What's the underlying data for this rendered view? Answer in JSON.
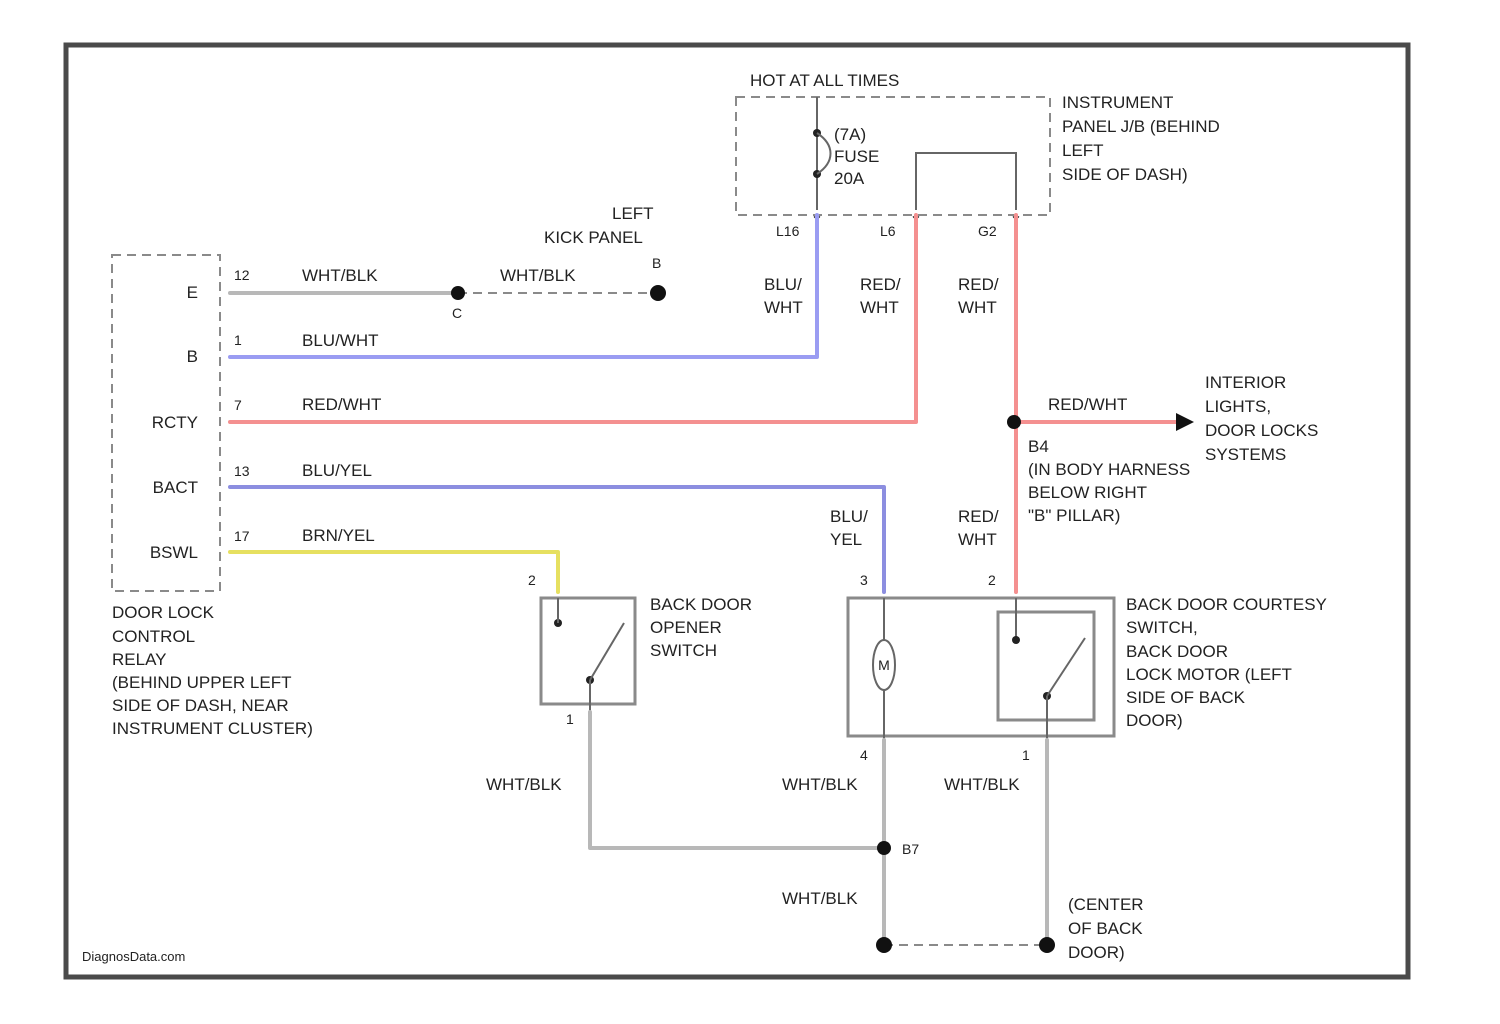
{
  "colors": {
    "blu_wht": "#9a9cf2",
    "red_wht": "#f49090",
    "blu_yel": "#8c8ee0",
    "brn_yel": "#e6e060",
    "wht_blk": "#b8b8b8",
    "frame": "#444444"
  },
  "fuse_block": {
    "title": "HOT AT ALL TIMES",
    "desc": [
      "INSTRUMENT",
      "PANEL J/B (BEHIND",
      "LEFT",
      "SIDE OF DASH)"
    ],
    "fuse": [
      "(7A)",
      "FUSE",
      "20A"
    ],
    "pins": [
      "L16",
      "L6",
      "G2"
    ]
  },
  "kick_panel": {
    "label": [
      "LEFT",
      "KICK PANEL"
    ],
    "ground": "B"
  },
  "relay": {
    "terminals": [
      "E",
      "B",
      "RCTY",
      "BACT",
      "BSWL"
    ],
    "pins": [
      "12",
      "1",
      "7",
      "13",
      "17"
    ],
    "desc": [
      "DOOR LOCK",
      "CONTROL",
      "RELAY",
      "(BEHIND UPPER LEFT",
      "SIDE OF DASH, NEAR",
      "INSTRUMENT CLUSTER)"
    ]
  },
  "wires": {
    "e_wire": "WHT/BLK",
    "ground_wire": "WHT/BLK",
    "ground_splice": "C",
    "b_wire": "BLU/WHT",
    "rcty_wire": "RED/WHT",
    "bact_wire": "BLU/YEL",
    "bswl_wire": "BRN/YEL",
    "vert_l16": [
      "BLU/",
      "WHT"
    ],
    "vert_l6": [
      "RED/",
      "WHT"
    ],
    "vert_g2": [
      "RED/",
      "WHT"
    ],
    "vert_motor_bluyel": [
      "BLU/",
      "YEL"
    ],
    "vert_motor_redwht": [
      "RED/",
      "WHT"
    ],
    "opener_gnd": "WHT/BLK",
    "motor_gnd": "WHT/BLK",
    "courtesy_gnd": "WHT/BLK",
    "splice_gnd": "WHT/BLK",
    "interior_branch": "RED/WHT"
  },
  "splices": {
    "b4_id": "B4",
    "b4_desc": [
      "(IN BODY HARNESS",
      "BELOW RIGHT",
      "\"B\" PILLAR)"
    ],
    "b7_id": "B7"
  },
  "interior": [
    "INTERIOR",
    "LIGHTS,",
    "DOOR LOCKS",
    "SYSTEMS"
  ],
  "opener": {
    "label": [
      "BACK DOOR",
      "OPENER",
      "SWITCH"
    ],
    "pin_top": "2",
    "pin_bottom": "1"
  },
  "back_door": {
    "label": [
      "BACK DOOR COURTESY",
      "SWITCH,",
      "BACK DOOR",
      "LOCK MOTOR (LEFT",
      "SIDE OF BACK",
      "DOOR)"
    ],
    "motor": "M",
    "pin_motor_top": "3",
    "pin_courtesy_top": "2",
    "pin_motor_bottom": "4",
    "pin_courtesy_bottom": "1"
  },
  "ground_point": [
    "(CENTER",
    "OF BACK",
    "DOOR)"
  ],
  "watermark": "DiagnosData.com"
}
